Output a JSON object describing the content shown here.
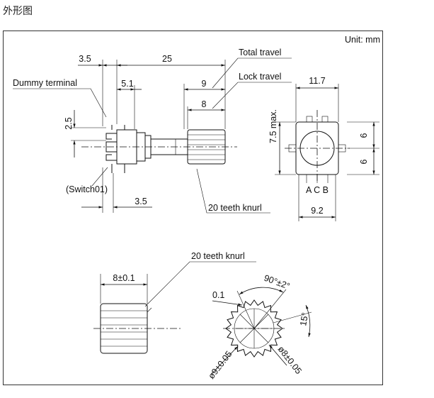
{
  "title": "外形图",
  "unit": "Unit: mm",
  "side_view": {
    "dim_3_5_top": "3.5",
    "dim_25": "25",
    "dim_5_1": "5.1",
    "dim_9": "9",
    "dim_8": "8",
    "dim_2_5": "2.5",
    "dim_3_5_bottom": "3.5",
    "label_total_travel": "Total travel",
    "label_lock_travel": "Lock travel",
    "label_dummy_terminal": "Dummy terminal",
    "label_switch": "(Switch01)",
    "label_knurl": "20 teeth knurl"
  },
  "front_view": {
    "dim_11_7": "11.7",
    "dim_7_5_max": "7.5 max.",
    "dim_6_upper": "6",
    "dim_6_lower": "6",
    "dim_9_2": "9.2",
    "terminal_labels": "A C B"
  },
  "knob_detail": {
    "label_knurl": "20 teeth knurl",
    "dim_8_tol": "8±0.1",
    "dim_0_1": "0.1",
    "dim_angle": "90°±2°",
    "dim_15": "15°",
    "dim_phi9": "ø9±0.05",
    "dim_phi8": "ø8±0.05"
  }
}
